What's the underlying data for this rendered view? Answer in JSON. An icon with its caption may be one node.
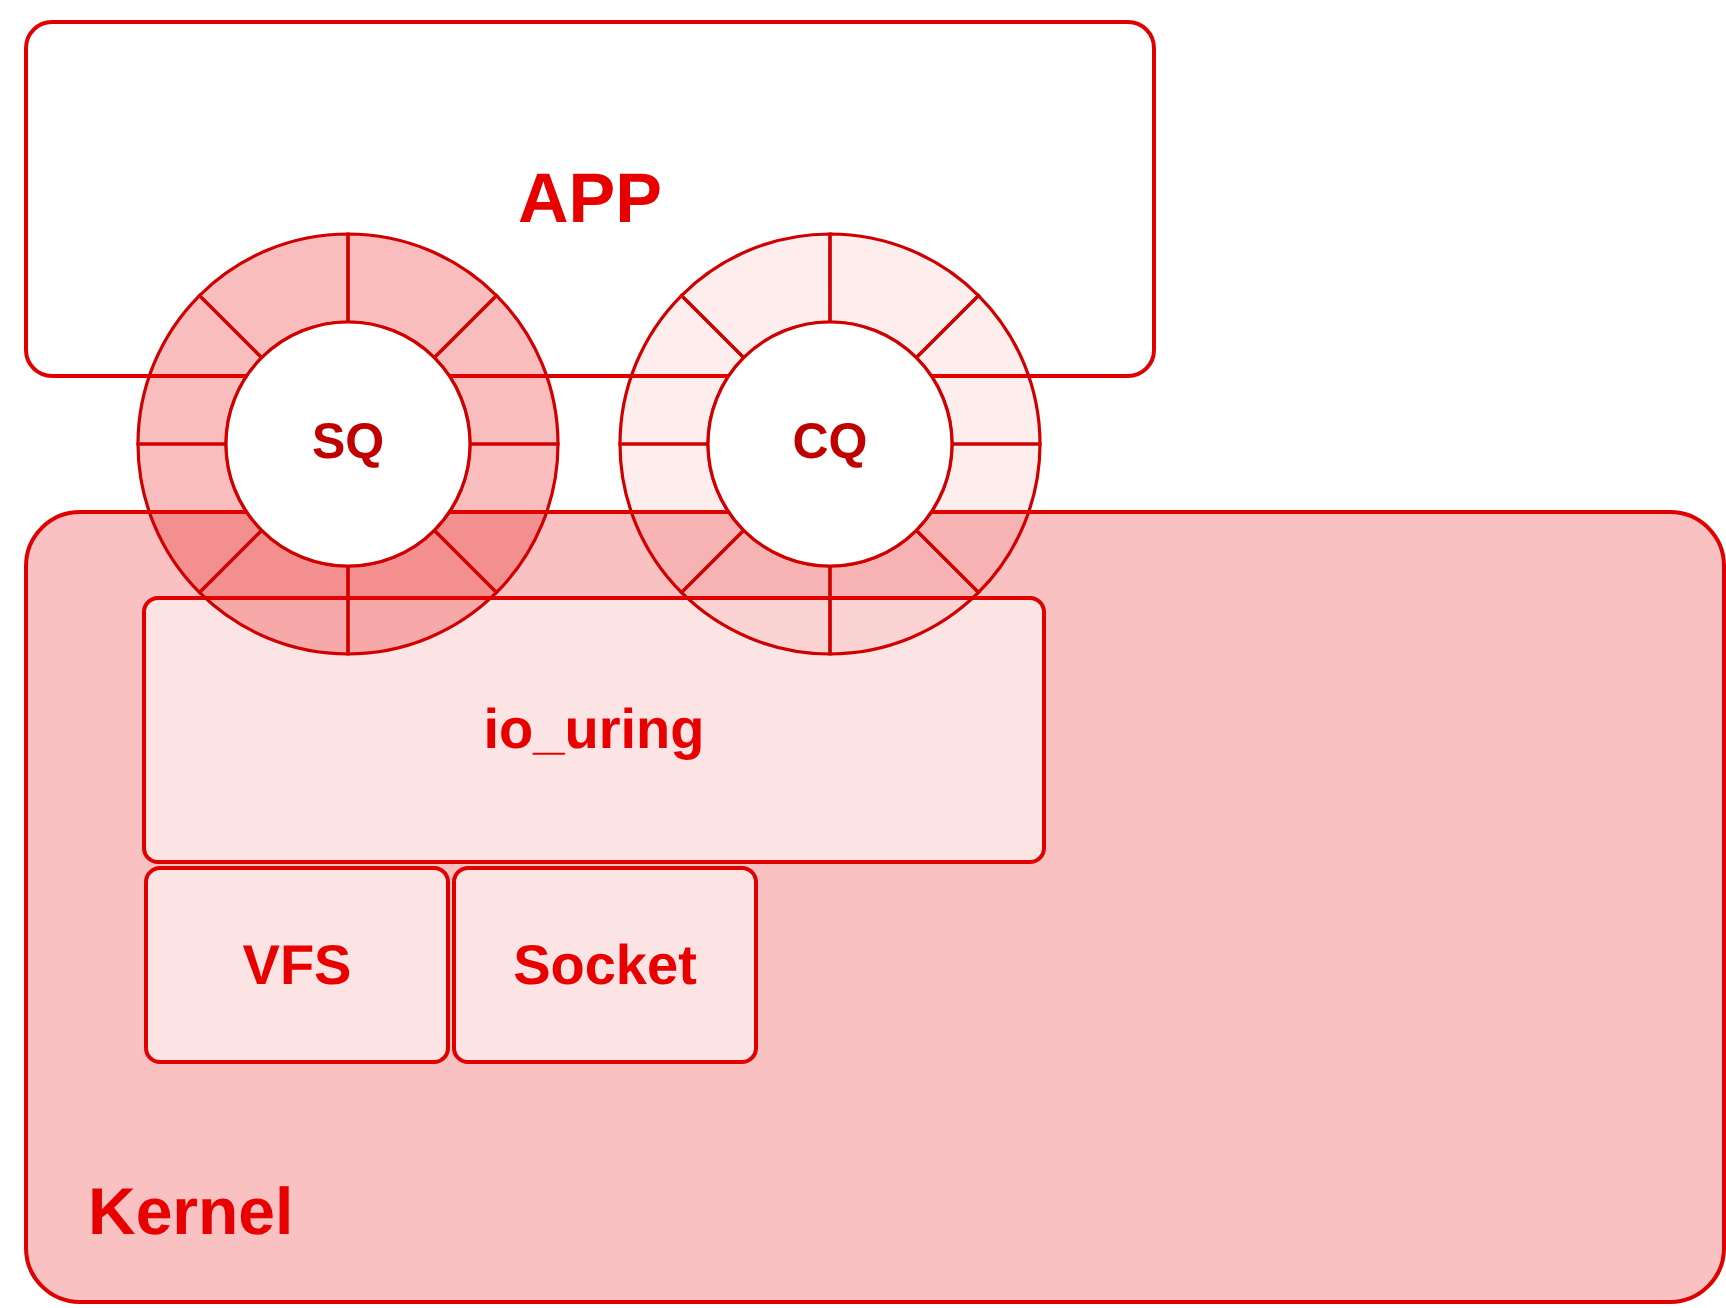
{
  "diagram": {
    "nodes": [
      {
        "text": [
          "APP"
        ]
      },
      {
        "text": [
          "SQ"
        ]
      },
      {
        "text": [
          "CQ"
        ]
      },
      {
        "text": [
          "Kernel"
        ]
      },
      {
        "text": [
          "io_uring"
        ],
        "in": 3
      },
      {
        "text": [
          "VFS"
        ],
        "in": 3
      },
      {
        "text": [
          "Socket"
        ],
        "in": 3
      }
    ]
  }
}
